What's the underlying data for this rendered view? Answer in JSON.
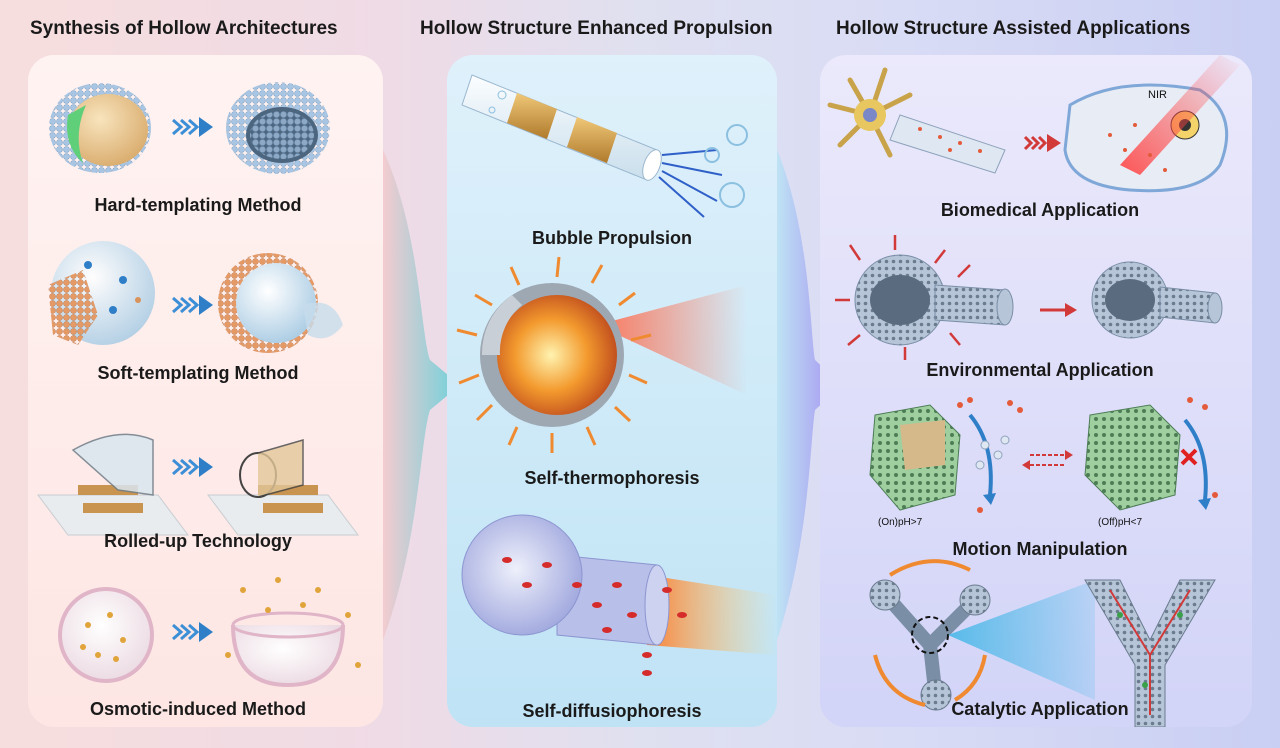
{
  "headings": {
    "synthesis": "Synthesis of Hollow Architectures",
    "propulsion": "Hollow Structure Enhanced Propulsion",
    "applications": "Hollow Structure Assisted Applications"
  },
  "synthesis_methods": [
    "Hard-templating Method",
    "Soft-templating Method",
    "Rolled-up Technology",
    "Osmotic-induced Method"
  ],
  "propulsion_mechanisms": [
    "Bubble Propulsion",
    "Self-thermophoresis",
    "Self-diffusiophoresis"
  ],
  "applications": [
    "Biomedical Application",
    "Environmental Application",
    "Motion Manipulation",
    "Catalytic Application"
  ],
  "annotations": {
    "nir": "NIR",
    "ph_on": "(On)pH>7",
    "ph_off": "(Off)pH<7"
  },
  "colors": {
    "shell_blue": "#9fc0e0",
    "core_green": "#5fcf7a",
    "core_tan": "#e8c48a",
    "copper": "#d9925a",
    "gold": "#c9a24a",
    "arrow_blue": "#2f7fc8",
    "arrow_red": "#d23a3a",
    "flame_orange": "#f08a30",
    "laser_red": "#ff4444"
  }
}
